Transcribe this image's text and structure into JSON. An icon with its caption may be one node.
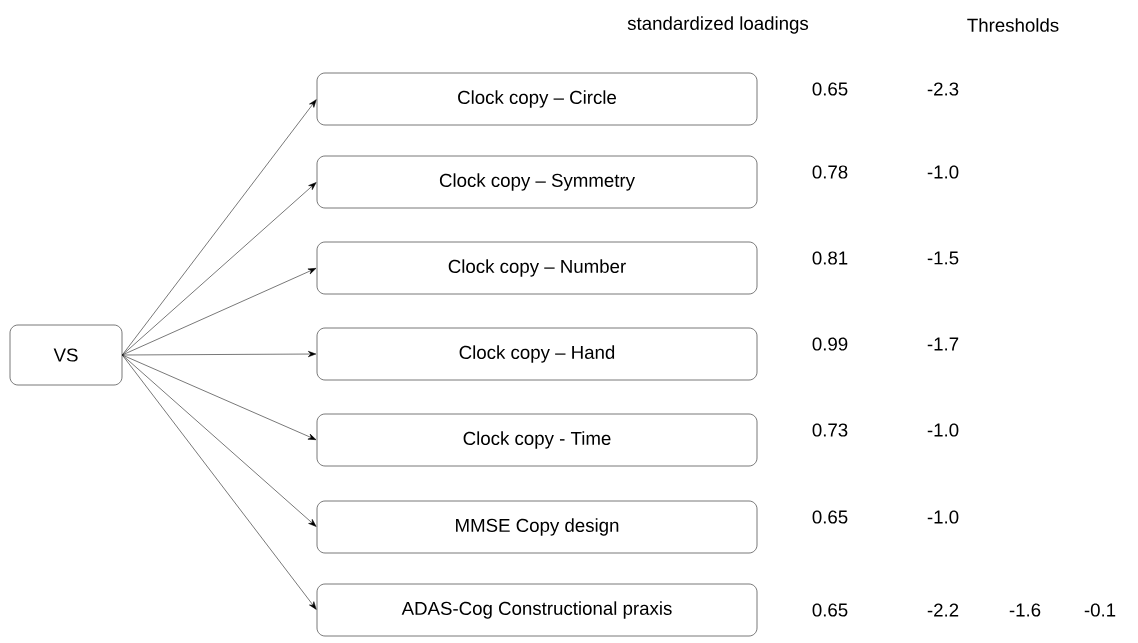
{
  "diagram": {
    "nodes": [
      {
        "text": [
          "VS"
        ]
      },
      {
        "text": [
          "Clock copy – Circle"
        ]
      },
      {
        "text": [
          "Clock copy – Symmetry"
        ]
      },
      {
        "text": [
          "Clock copy – Number"
        ]
      },
      {
        "text": [
          "Clock copy – Hand"
        ]
      },
      {
        "text": [
          "Clock copy - Time"
        ]
      },
      {
        "text": [
          "MMSE Copy design"
        ]
      },
      {
        "text": [
          "ADAS-Cog Constructional praxis"
        ]
      }
    ],
    "edges": [
      {
        "from": 0,
        "to": 1,
        "arrow": "to"
      },
      {
        "from": 0,
        "to": 2,
        "arrow": "to"
      },
      {
        "from": 0,
        "to": 3,
        "arrow": "to"
      },
      {
        "from": 0,
        "to": 4,
        "arrow": "to"
      },
      {
        "from": 0,
        "to": 5,
        "arrow": "to"
      },
      {
        "from": 0,
        "to": 6,
        "arrow": "to"
      },
      {
        "from": 0,
        "to": 7,
        "arrow": "to"
      }
    ],
    "labels": [
      "standardized loadings",
      "Thresholds",
      "0.65",
      "-2.3",
      "0.78",
      "-1.0",
      "0.81",
      "-1.5",
      "0.99",
      "-1.7",
      "0.73",
      "-1.0",
      "0.65",
      "-1.0",
      "0.65",
      "-2.2",
      "-1.6",
      "-0.1"
    ]
  }
}
